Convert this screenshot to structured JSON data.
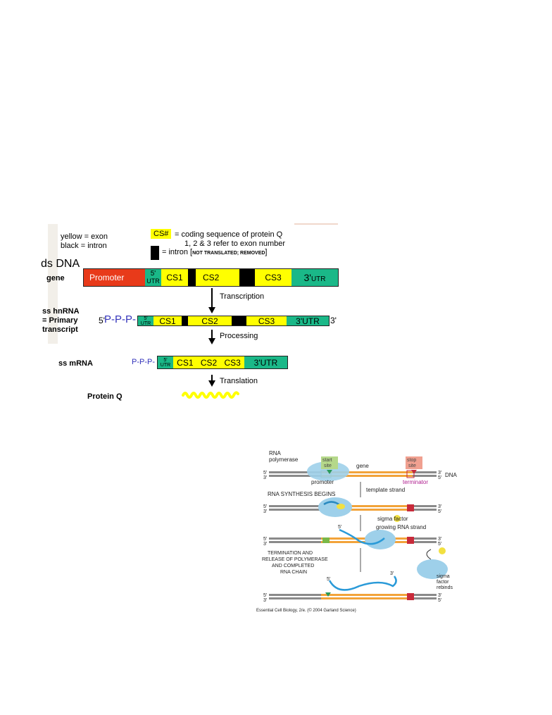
{
  "legend": {
    "yellow": "yellow = exon",
    "black": "black = intron",
    "cs_chip": "CS#",
    "cs_def": "= coding sequence of protein Q",
    "cs_sub": "1, 2 & 3 refer to exon number",
    "intron_def_a": "= intron [",
    "intron_def_b": "NOT TRANSLATED; REMOVED",
    "intron_def_c": "]"
  },
  "dsdna": {
    "title": "ds DNA",
    "label": "gene",
    "promoter": "Promoter",
    "utr5_a": "5'",
    "utr5_b": "UTR",
    "cs1": "CS1",
    "cs2": "CS2",
    "cs3": "CS3",
    "utr3_a": "3'",
    "utr3_b": "UTR"
  },
  "steps": {
    "transcription": "Transcription",
    "processing": "Processing",
    "translation": "Translation"
  },
  "hnrna": {
    "l1": "ss hnRNA",
    "l2": "= Primary",
    "l3": "transcript",
    "five": "5'",
    "ppp": "P-P-P-",
    "utr5_a": "5'",
    "utr5_b": "UTR",
    "cs1": "CS1",
    "cs2": "CS2",
    "cs3": "CS3",
    "utr3": "3'UTR",
    "three": "3'"
  },
  "mrna": {
    "label": "ss mRNA",
    "ppp": "P-P-P-",
    "utr5_a": "5'",
    "utr5_b": "UTR",
    "cs1": "CS1",
    "cs2": "CS2",
    "cs3": "CS3",
    "utr3": "3'UTR"
  },
  "protein": {
    "label": "Protein Q",
    "color": "#ffff00"
  },
  "colors": {
    "promoter": "#e83a1a",
    "utr": "#1ab888",
    "exon": "#ffff00",
    "intron": "#000000",
    "ppp": "#3333bb"
  },
  "figure": {
    "rna_polymerase_a": "RNA",
    "rna_polymerase_b": "polymerase",
    "start_site_a": "start",
    "start_site_b": "site",
    "stop_site_a": "stop",
    "stop_site_b": "site",
    "gene": "gene",
    "promoter": "promoter",
    "terminator": "terminator",
    "dna": "DNA",
    "template_strand": "template strand",
    "rna_synthesis_begins": "RNA SYNTHESIS BEGINS",
    "sigma_factor": "sigma factor",
    "growing_rna_strand": "growing RNA strand",
    "termination_1": "TERMINATION AND",
    "termination_2": "RELEASE OF POLYMERASE",
    "termination_3": "AND COMPLETED",
    "termination_4": "RNA CHAIN",
    "sigma_rebinds_1": "sigma",
    "sigma_rebinds_2": "factor",
    "sigma_rebinds_3": "rebinds",
    "five_prime": "5′",
    "three_prime": "3′",
    "credit": "Essential Cell Biology, 2/e. (© 2004 Garland Science)"
  }
}
